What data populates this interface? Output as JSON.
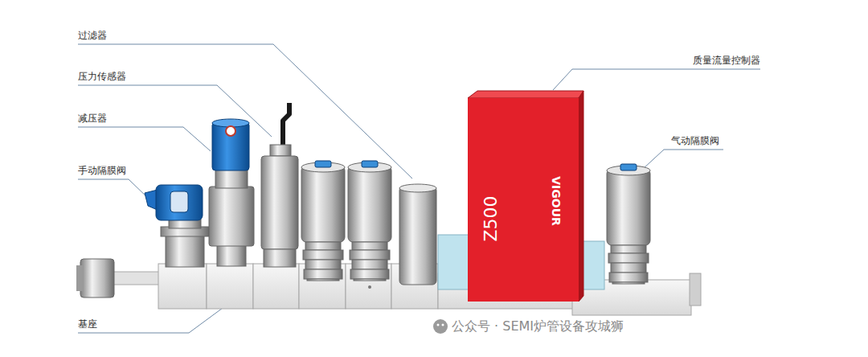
{
  "diagram": {
    "nodes": [
      {
        "text": [
          "Z500",
          "VIGOUR"
        ]
      }
    ],
    "labels": [
      "过滤器",
      "压力传感器",
      "减压器",
      "手动隔膜阀",
      "基座",
      "质量流量控制器",
      "气动隔膜阀",
      "公众号 · SEMI炉管设备攻城狮"
    ]
  }
}
